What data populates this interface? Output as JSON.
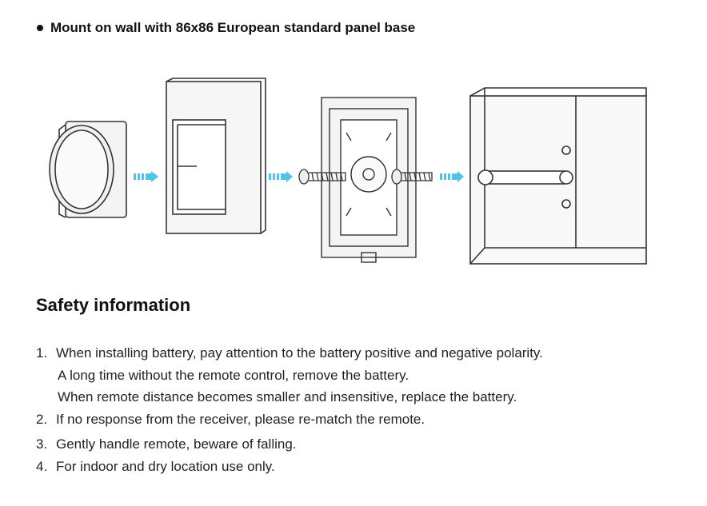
{
  "mount": {
    "heading": "Mount on wall with 86x86 European standard panel base"
  },
  "safety": {
    "title": "Safety information",
    "items": [
      {
        "number": "1.",
        "lines": [
          "When installing battery, pay attention to the battery positive and negative polarity.",
          "A long time without the remote control, remove the battery.",
          "When remote distance becomes smaller and insensitive, replace the battery."
        ]
      },
      {
        "number": "2.",
        "lines": [
          "If no response from the receiver, please re-match the remote."
        ]
      },
      {
        "number": "3.",
        "lines": [
          "Gently handle remote, beware of falling."
        ]
      },
      {
        "number": "4.",
        "lines": [
          "For indoor and dry location use only."
        ]
      }
    ]
  },
  "colors": {
    "arrow": "#4fc3e8",
    "line": "#333333"
  }
}
